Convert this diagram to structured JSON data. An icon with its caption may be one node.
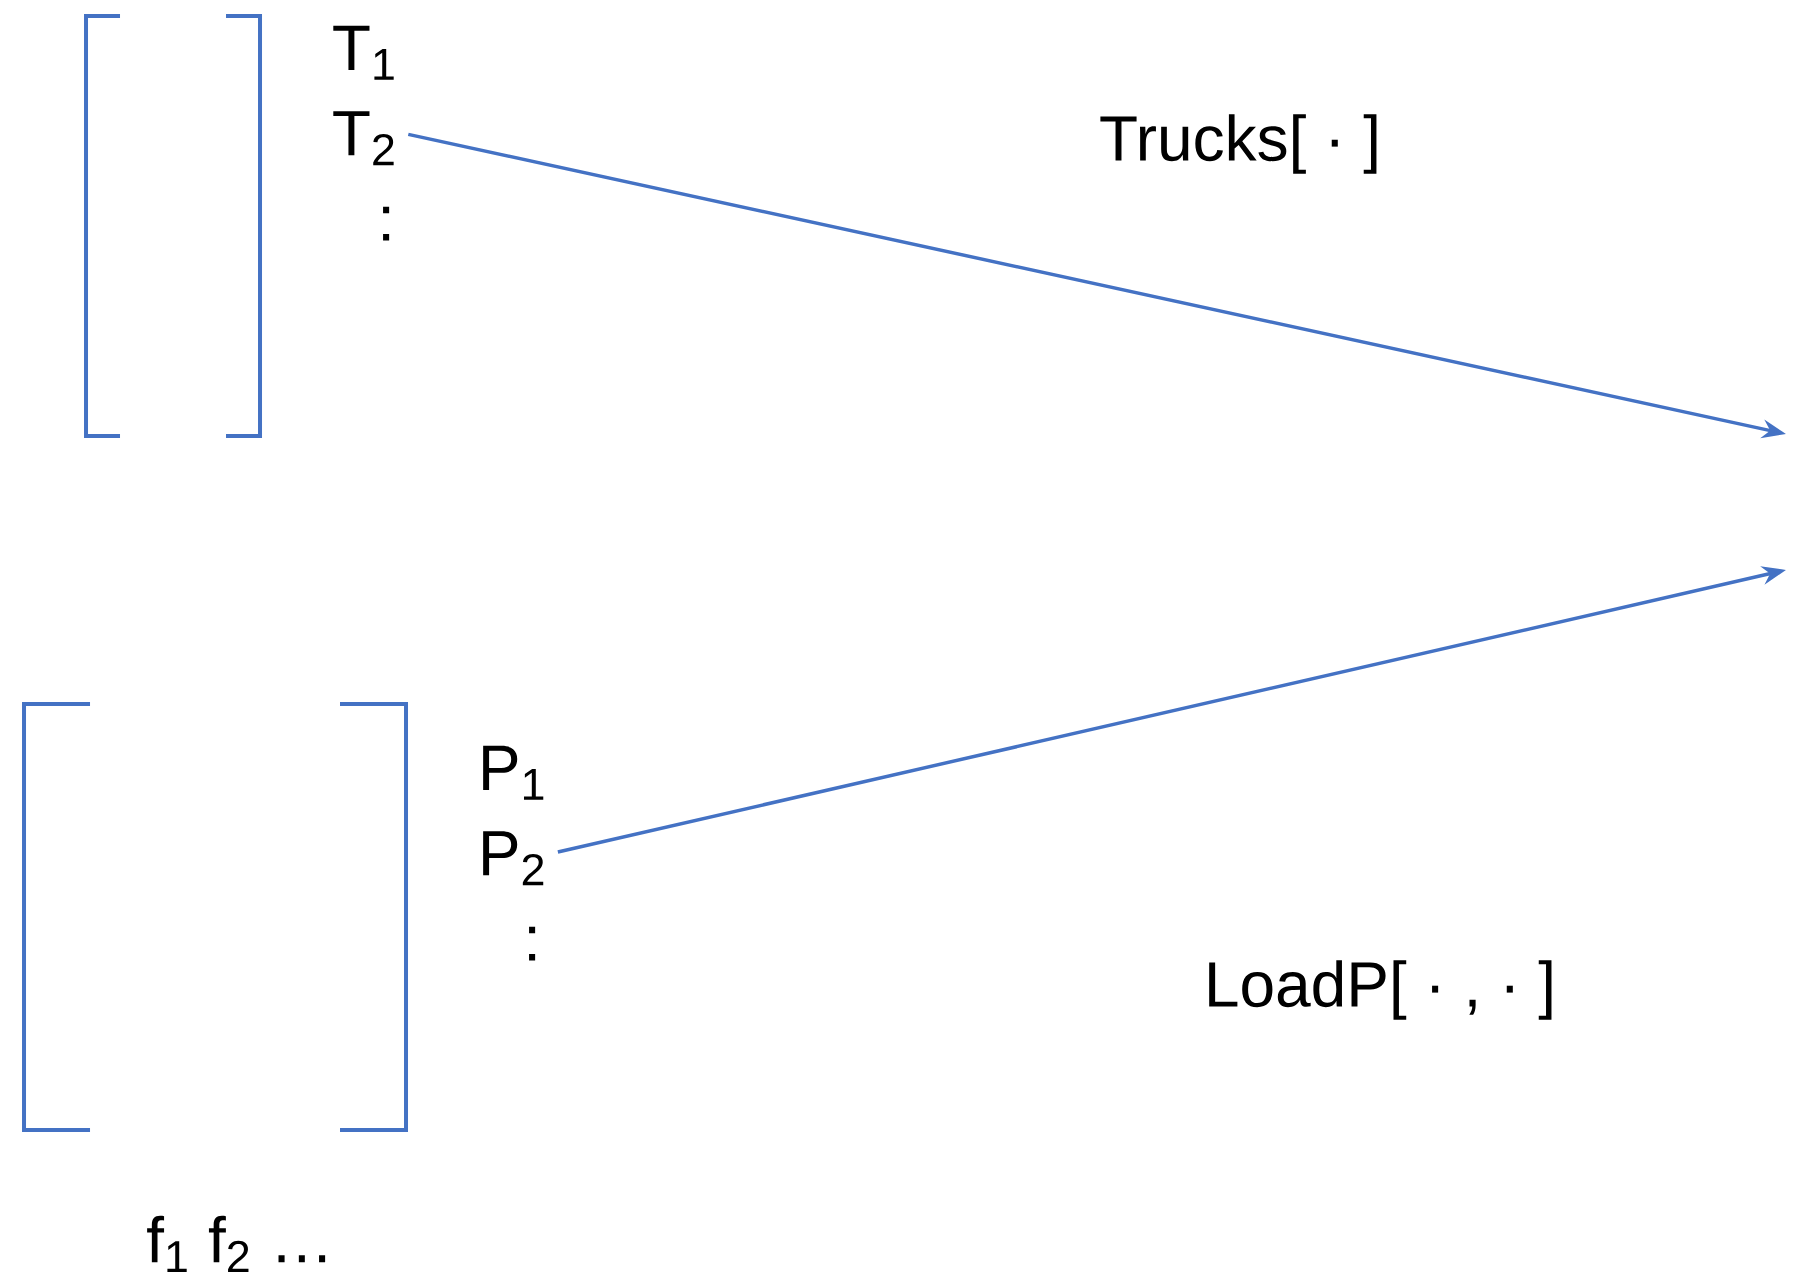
{
  "diagram": {
    "nodes": [
      {
        "text": [
          "T$_{1}$",
          "T$_{2}$",
          ":"
        ]
      },
      {
        "text": [
          "P$_{1}$",
          "P$_{2}$",
          ":"
        ]
      }
    ],
    "edges": [
      {
        "from": 0,
        "to": null,
        "arrow": "to",
        "label": "Trucks[ · ]"
      },
      {
        "from": 1,
        "to": null,
        "arrow": "to",
        "label": "LoadP[ · , · ]"
      }
    ],
    "labels": [
      "f$_{1}$ f$_{2}$ …"
    ]
  }
}
